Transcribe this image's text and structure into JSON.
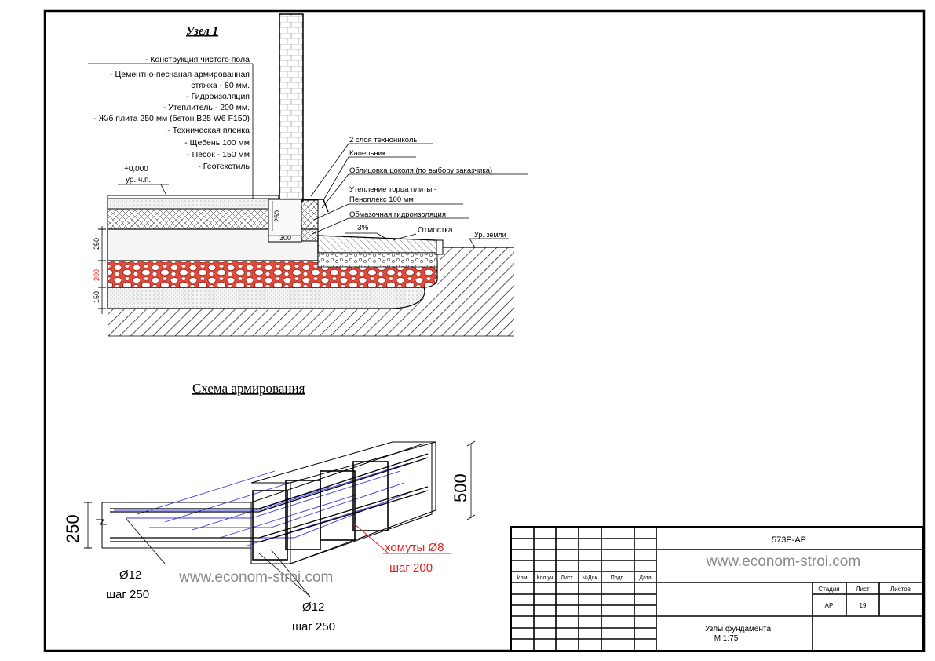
{
  "node": {
    "title": "Узел 1",
    "layers": [
      "- Конструкция чистого пола",
      "- Цементно-песчаная армированная",
      "стяжка - 80 мм.",
      "- Гидроизоляция",
      "- Утеплитель - 200 мм.",
      "- Ж/б плита 250 мм (бетон В25 W6 F150)",
      "- Техническая пленка",
      "- Щебень 100 мм",
      "- Песок - 150 мм",
      "- Геотекстиль"
    ],
    "level_value": "+0,000",
    "level_label": "ур. ч.п.",
    "callouts": [
      "2 слоя технониколь",
      "Капельник",
      "Облицовка цоколя (по выбору заказчика)",
      "Утепление торца плиты -",
      "Пеноплекс 100 мм",
      "Обмазочная гидроизоляция"
    ],
    "slope": "3%",
    "otmostka": "Отмостка",
    "ground_level": "Ур. земли",
    "dims": {
      "d250": "250",
      "d200": "200",
      "d150": "150",
      "v250": "250",
      "h300": "300"
    }
  },
  "scheme": {
    "title": "Схема армирования",
    "dim_height": "250",
    "dim_beam": "500",
    "stirrups": "хомуты Ø8",
    "stirrups_step": "шаг 200",
    "rebar1": "Ø12",
    "rebar1_step": "шаг 250",
    "rebar2": "Ø12",
    "rebar2_step": "шаг 250",
    "red_color": "#e0201c",
    "blue_color": "#3a3ae0"
  },
  "watermark": "www.econom-stroi.com",
  "stamp": {
    "code": "573Р-АР",
    "watermark": "www.econom-stroi.com",
    "headers": [
      "Изм.",
      "Кол.уч",
      "Лист",
      "№Док",
      "Подп.",
      "Дата"
    ],
    "stage_label": "Стадия",
    "sheet_label": "Лист",
    "sheets_label": "Листов",
    "stage": "АР",
    "sheet": "19",
    "title_line1": "Узлы фундамента",
    "title_line2": "М 1:75"
  }
}
